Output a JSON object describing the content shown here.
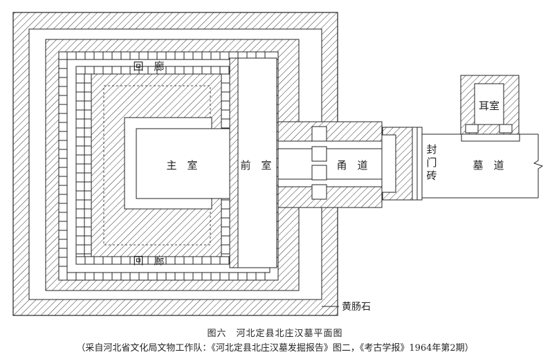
{
  "labels": {
    "corridor_top": "回　廊",
    "corridor_bottom": "回　廊",
    "main_chamber": "主　室",
    "front_chamber": "前　室",
    "passage": "甬　道",
    "sealing_brick": [
      "封",
      "门",
      "砖"
    ],
    "tomb_passage": "墓　道",
    "ear_chamber": "耳室",
    "yellow_stone": "黄肠石"
  },
  "caption": {
    "title": "图六　河北定县北庄汉墓平面图",
    "source": "（采自河北省文化局文物工作队：《河北定县北庄汉墓发掘报告》图二，《考古学报》1964年第2期）"
  }
}
